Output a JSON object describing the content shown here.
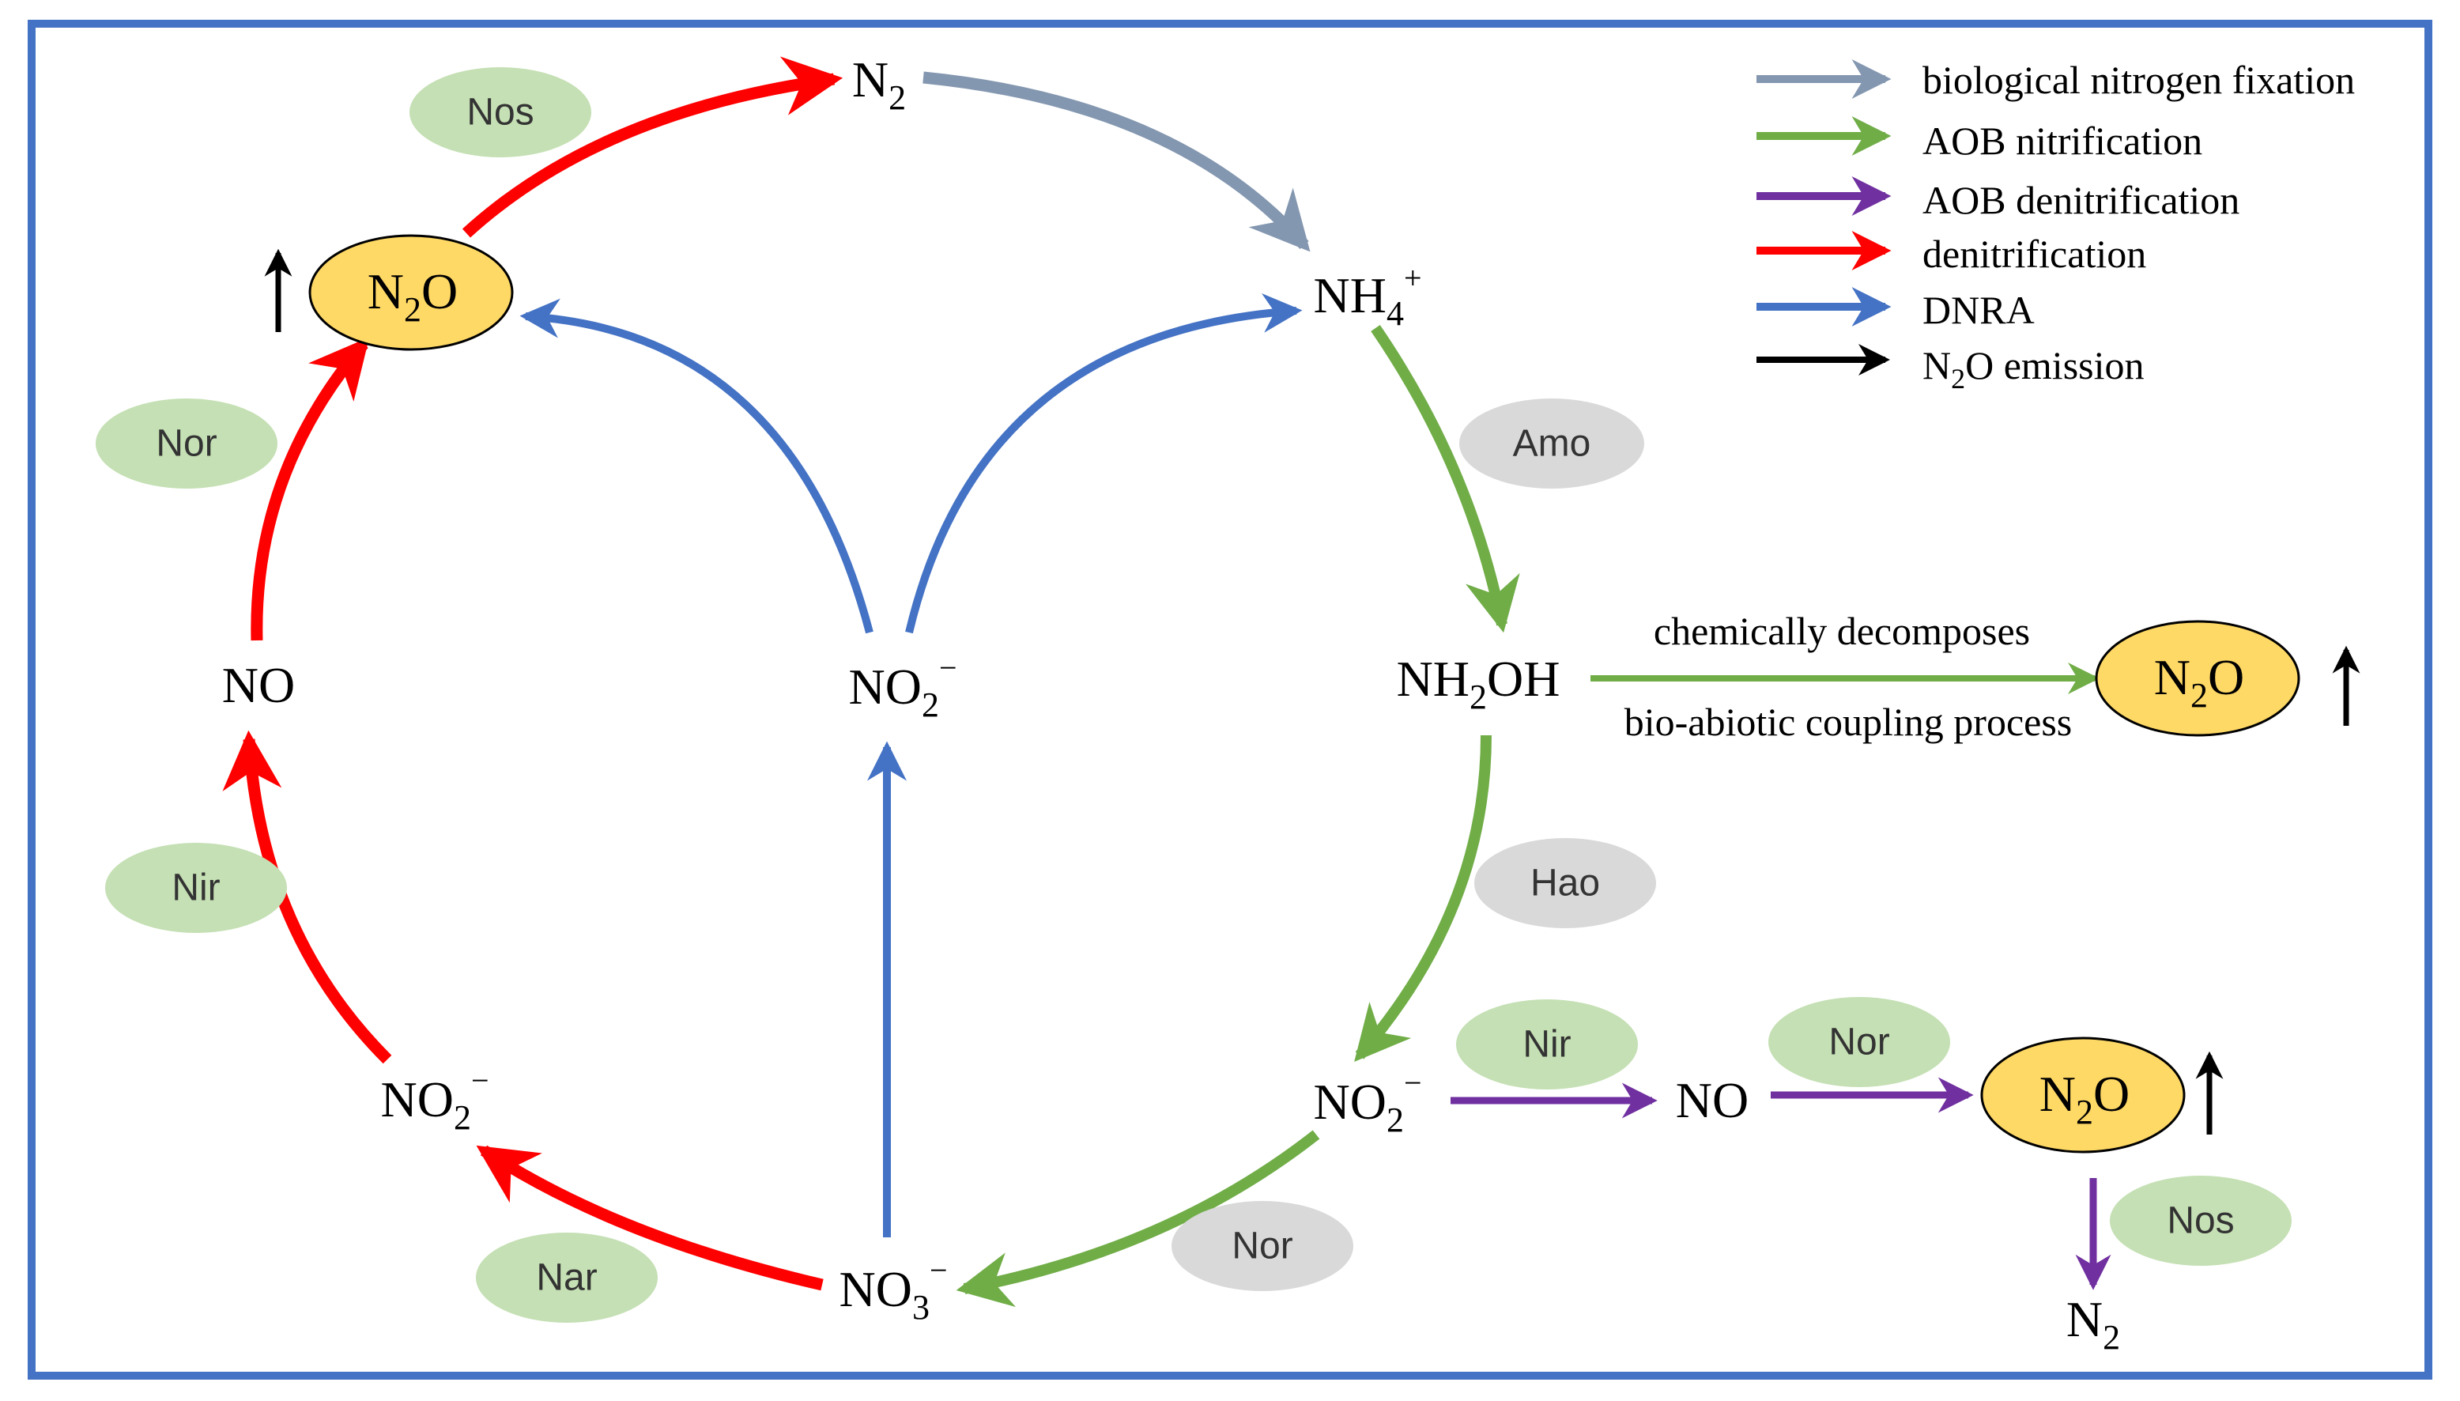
{
  "colors": {
    "border": "#4472C4",
    "biological_nitrogen_fixation": "#8497B0",
    "aob_nitrification": "#70AD47",
    "aob_denitrification": "#7030A0",
    "denitrification": "#FF0000",
    "dnra": "#4472C4",
    "n2o_emission": "#000000",
    "enzyme_green": "#C5E0B4",
    "enzyme_gray": "#D9D9D9",
    "n2o_fill": "#FFD966"
  },
  "legend": [
    {
      "label": "biological nitrogen fixation",
      "color_key": "biological_nitrogen_fixation"
    },
    {
      "label": "AOB nitrification",
      "color_key": "aob_nitrification"
    },
    {
      "label": "AOB denitrification",
      "color_key": "aob_denitrification"
    },
    {
      "label": "denitrification",
      "color_key": "denitrification"
    },
    {
      "label": "DNRA",
      "color_key": "dnra"
    },
    {
      "label": "N2O emission",
      "color_key": "n2o_emission",
      "base": "N",
      "sub": "2",
      "after": "O emission"
    }
  ],
  "compounds": {
    "n2_top": {
      "base": "N",
      "sub": "2"
    },
    "nh4": {
      "base": "NH",
      "sub": "4",
      "sup": "+"
    },
    "nh2oh": {
      "base": "NH",
      "sub": "2",
      "after": "OH"
    },
    "no2_center": {
      "base": "NO",
      "sub": "2",
      "sup": "−"
    },
    "no_left": {
      "base": "NO"
    },
    "no2_left": {
      "base": "NO",
      "sub": "2",
      "sup": "−"
    },
    "no3": {
      "base": "NO",
      "sub": "3",
      "sup": "−"
    },
    "no2_right": {
      "base": "NO",
      "sub": "2",
      "sup": "−"
    },
    "no_right": {
      "base": "NO"
    },
    "n2_bottom": {
      "base": "N",
      "sub": "2"
    },
    "n2o_left": {
      "base": "N",
      "sub": "2",
      "after": "O"
    },
    "n2o_mid": {
      "base": "N",
      "sub": "2",
      "after": "O"
    },
    "n2o_right": {
      "base": "N",
      "sub": "2",
      "after": "O"
    }
  },
  "enzymes": {
    "nos_top": "Nos",
    "nor_left": "Nor",
    "nir_left": "Nir",
    "nar": "Nar",
    "amo": "Amo",
    "hao": "Hao",
    "nor_gray": "Nor",
    "nir_right": "Nir",
    "nor_right": "Nor",
    "nos_right": "Nos"
  },
  "process_labels": {
    "above": "chemically decomposes",
    "below": "bio-abiotic coupling process"
  }
}
